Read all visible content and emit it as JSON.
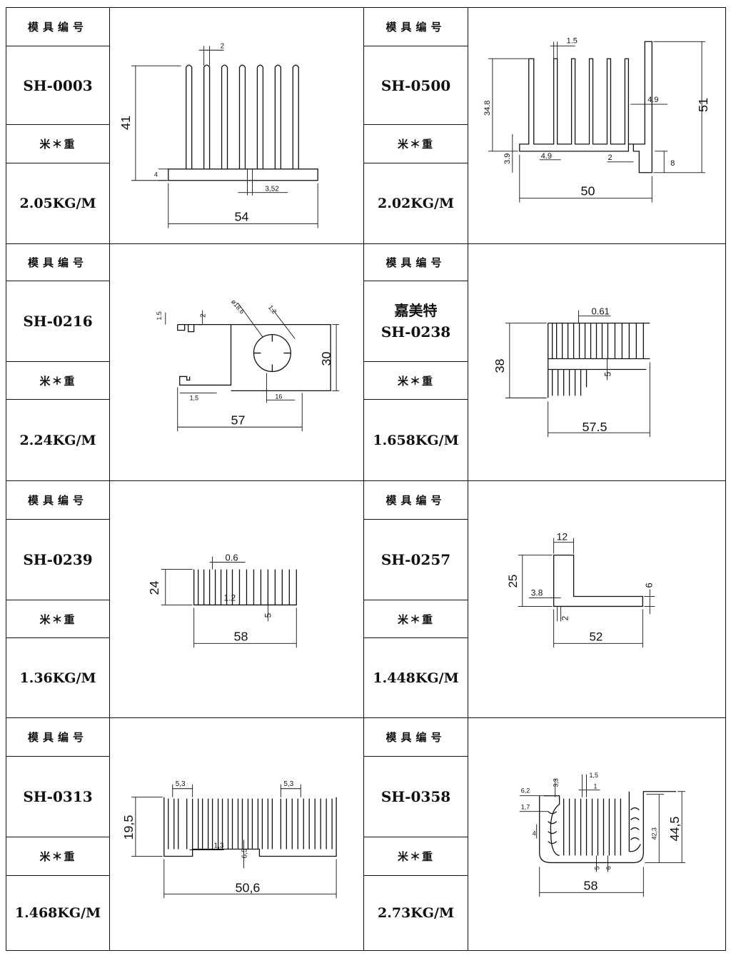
{
  "labels": {
    "mold_no": "模具编号",
    "meter_weight": "米＊重"
  },
  "items": [
    {
      "code": "SH-0003",
      "weight": "2.05KG/M",
      "dims": [
        "54",
        "41",
        "2",
        "4",
        "3,52"
      ]
    },
    {
      "code": "SH-0500",
      "weight": "2.02KG/M",
      "dims": [
        "50",
        "51",
        "34.8",
        "1.5",
        "4.9",
        "4.9",
        "2",
        "3.9",
        "8"
      ]
    },
    {
      "code_brand": "",
      "code": "SH-0216",
      "weight": "2.24KG/M",
      "dims": [
        "57",
        "30",
        "1.5",
        "2",
        "ø18.6",
        "1,2",
        "1,5",
        "16"
      ]
    },
    {
      "code_brand": "嘉美特",
      "code": "SH-0238",
      "weight": "1.658KG/M",
      "dims": [
        "57.5",
        "38",
        "0.61",
        "5"
      ]
    },
    {
      "code": "SH-0239",
      "weight": "1.36KG/M",
      "dims": [
        "58",
        "24",
        "0.6",
        "1.2",
        "5"
      ]
    },
    {
      "code": "SH-0257",
      "weight": "1.448KG/M",
      "dims": [
        "52",
        "25",
        "12",
        "3.8",
        "2",
        "6"
      ]
    },
    {
      "code": "SH-0313",
      "weight": "1.468KG/M",
      "dims": [
        "50,6",
        "19,5",
        "5,3",
        "5,3",
        "1,3",
        "6,5"
      ]
    },
    {
      "code": "SH-0358",
      "weight": "2.73KG/M",
      "dims": [
        "58",
        "44,5",
        "42,3",
        "6,2",
        "3,3",
        "1,5",
        "1",
        "1,7",
        "4",
        "5",
        "6"
      ]
    }
  ]
}
